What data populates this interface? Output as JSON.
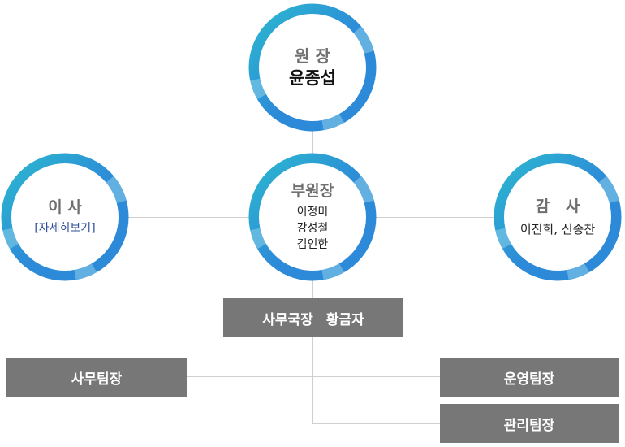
{
  "director": {
    "role": "원 장",
    "name": "윤종섭"
  },
  "vice_director": {
    "role": "부원장",
    "names": [
      "이정미",
      "강성철",
      "김인한"
    ]
  },
  "board": {
    "role": "이 사",
    "link": "[자세히보기]"
  },
  "auditor": {
    "role": "감   사",
    "names": "이진희, 신종찬"
  },
  "secretary_general": {
    "title": "사무국장",
    "name": "황금자"
  },
  "teams": {
    "office": "사무팀장",
    "operations": "운영팀장",
    "management": "관리팀장"
  },
  "ring_colors": {
    "teal": "#2bb8cf",
    "blue": "#2d8ad8",
    "light": "#8ed0ea"
  }
}
